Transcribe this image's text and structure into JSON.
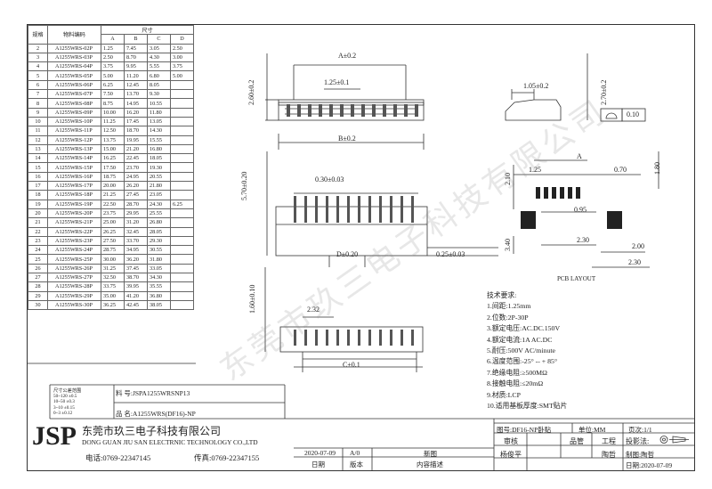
{
  "table": {
    "header": {
      "col_spec": "规格",
      "col_part": "物料编码",
      "col_dims": "尺寸",
      "dim_cols": [
        "A",
        "B",
        "C",
        "D"
      ]
    },
    "rows": [
      [
        "2",
        "A1255WRS-02P",
        "1.25",
        "7.45",
        "3.05",
        "2.50"
      ],
      [
        "3",
        "A1255WRS-03P",
        "2.50",
        "8.70",
        "4.30",
        "3.00"
      ],
      [
        "4",
        "A1255WRS-04P",
        "3.75",
        "9.95",
        "5.55",
        "3.75"
      ],
      [
        "5",
        "A1255WRS-05P",
        "5.00",
        "11.20",
        "6.80",
        "5.00"
      ],
      [
        "6",
        "A1255WRS-06P",
        "6.25",
        "12.45",
        "8.05",
        ""
      ],
      [
        "7",
        "A1255WRS-07P",
        "7.50",
        "13.70",
        "9.30",
        ""
      ],
      [
        "8",
        "A1255WRS-08P",
        "8.75",
        "14.95",
        "10.55",
        ""
      ],
      [
        "9",
        "A1255WRS-09P",
        "10.00",
        "16.20",
        "11.80",
        ""
      ],
      [
        "10",
        "A1255WRS-10P",
        "11.25",
        "17.45",
        "13.05",
        ""
      ],
      [
        "11",
        "A1255WRS-11P",
        "12.50",
        "18.70",
        "14.30",
        ""
      ],
      [
        "12",
        "A1255WRS-12P",
        "13.75",
        "19.95",
        "15.55",
        ""
      ],
      [
        "13",
        "A1255WRS-13P",
        "15.00",
        "21.20",
        "16.80",
        ""
      ],
      [
        "14",
        "A1255WRS-14P",
        "16.25",
        "22.45",
        "18.05",
        ""
      ],
      [
        "15",
        "A1255WRS-15P",
        "17.50",
        "23.70",
        "19.30",
        ""
      ],
      [
        "16",
        "A1255WRS-16P",
        "18.75",
        "24.95",
        "20.55",
        ""
      ],
      [
        "17",
        "A1255WRS-17P",
        "20.00",
        "26.20",
        "21.80",
        ""
      ],
      [
        "18",
        "A1255WRS-18P",
        "21.25",
        "27.45",
        "23.05",
        ""
      ],
      [
        "19",
        "A1255WRS-19P",
        "22.50",
        "28.70",
        "24.30",
        "6.25"
      ],
      [
        "20",
        "A1255WRS-20P",
        "23.75",
        "29.95",
        "25.55",
        ""
      ],
      [
        "21",
        "A1255WRS-21P",
        "25.00",
        "31.20",
        "26.80",
        ""
      ],
      [
        "22",
        "A1255WRS-22P",
        "26.25",
        "32.45",
        "28.05",
        ""
      ],
      [
        "23",
        "A1255WRS-23P",
        "27.50",
        "33.70",
        "29.30",
        ""
      ],
      [
        "24",
        "A1255WRS-24P",
        "28.75",
        "34.95",
        "30.55",
        ""
      ],
      [
        "25",
        "A1255WRS-25P",
        "30.00",
        "36.20",
        "31.80",
        ""
      ],
      [
        "26",
        "A1255WRS-26P",
        "31.25",
        "37.45",
        "33.05",
        ""
      ],
      [
        "27",
        "A1255WRS-27P",
        "32.50",
        "38.70",
        "34.30",
        ""
      ],
      [
        "28",
        "A1255WRS-28P",
        "33.75",
        "39.95",
        "35.55",
        ""
      ],
      [
        "29",
        "A1255WRS-29P",
        "35.00",
        "41.20",
        "36.80",
        ""
      ],
      [
        "30",
        "A1255WRS-30P",
        "36.25",
        "42.45",
        "38.05",
        ""
      ]
    ]
  },
  "tolerance": {
    "title": "尺寸公差范围",
    "lines": [
      "50~120 ±0.5",
      "10~50 ±0.3",
      "3~10 ±0.15",
      "0~3 ±0.12"
    ]
  },
  "material": {
    "label": "料 号:",
    "value": "JSPA1255WRSNP13"
  },
  "product": {
    "label": "品 名:",
    "value": "A1255WRS(DF16)-NP"
  },
  "drawing": {
    "dims": {
      "a": "A±0.2",
      "a_pitch": "1.25±0.1",
      "b": "B±0.2",
      "h260": "2.60±0.2",
      "side_w": "1.05±0.2",
      "side_h": "2.70±0.2",
      "flat": "0.10",
      "h570": "5.70±0.20",
      "pin_w": "0.30±0.03",
      "d": "D±0.20",
      "pin_t": "0.25±0.03",
      "h160": "1.60±0.10",
      "w232": "2.32",
      "c": "C±0.1"
    },
    "pcb": {
      "a": "A",
      "p125": "1.25",
      "p070": "0.70",
      "p180": "1.80",
      "p210": "2.10",
      "p095": "0.95",
      "p340": "3.40",
      "p230a": "2.30",
      "p200": "2.00",
      "p230b": "2.30",
      "title": "PCB LAYOUT"
    }
  },
  "spec": {
    "title": "技术要求:",
    "items": [
      "1.间距:1.25mm",
      "2.位数:2P-30P",
      "3.额定电压:AC.DC.150V",
      "4.额定电流:1A AC.DC",
      "5.耐压:500V AC/minute",
      "6.温度范围:-25° -- + 85°",
      "7.绝缘电阻:≥500MΩ",
      "8.接触电阻:≤20mΩ",
      "9.材质:LCP",
      "10.适用基板厚度:SMT贴片"
    ]
  },
  "watermark": "东莞市玖三电子科技有限公司",
  "company": {
    "logo": "JSP",
    "name_cn": "东莞市玖三电子科技有限公司",
    "name_en": "DONG GUAN JIU SAN ELECTRNIC TECHNOLOGY CO.,LTD",
    "tel": "电话:0769-22347145",
    "fax": "传真:0769-22347155"
  },
  "revision": {
    "date": "2020-07-09",
    "ver": "A/0",
    "desc": "新图",
    "h_date": "日期",
    "h_ver": "版本",
    "h_desc": "内容描述"
  },
  "titleblock": {
    "drawing_no": "图号:DF16-NP卧贴",
    "unit": "单位:MM",
    "page": "页次:1/1",
    "review": "审核",
    "manage": "品管",
    "eng": "工程",
    "projection": "投影法:",
    "reviewer": "杨俊平",
    "engineer": "陶哲",
    "drawer": "制图:陶哲",
    "draw_date": "日期:2020-07-09"
  }
}
